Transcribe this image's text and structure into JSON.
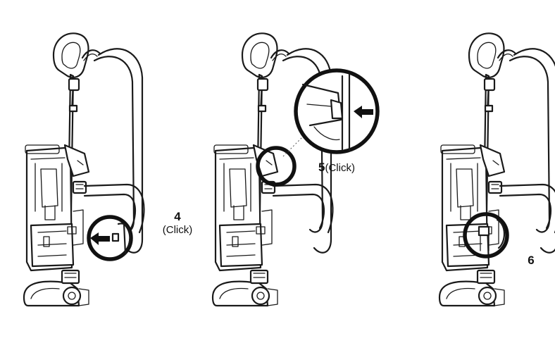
{
  "steps": [
    {
      "number": "4",
      "caption": "(Click)"
    },
    {
      "number": "5",
      "caption": "(Click)"
    },
    {
      "number": "6",
      "caption": ""
    }
  ],
  "colors": {
    "line": "#1a1a1a",
    "background": "#ffffff"
  },
  "icons": [
    "vacuum-illustration",
    "arrow-left-icon",
    "magnifier-callout"
  ]
}
